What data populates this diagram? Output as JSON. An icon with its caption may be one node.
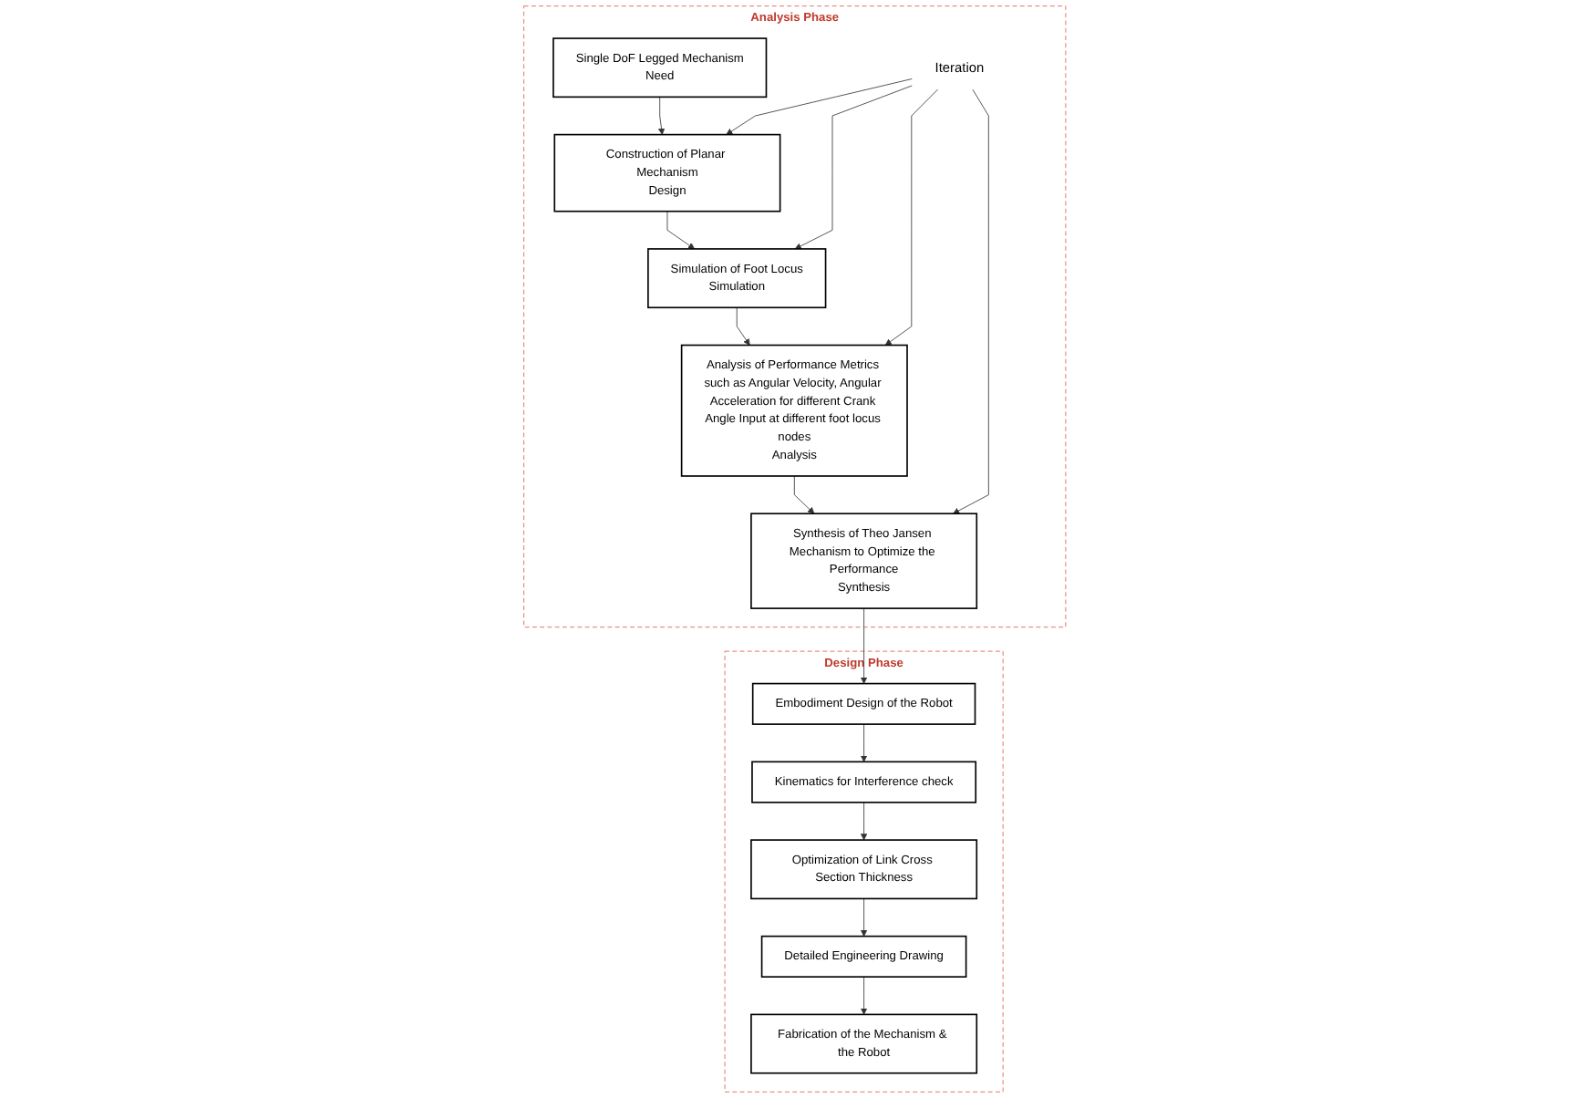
{
  "diagram": {
    "nodes": [
      {
        "text": [
          "Analysis Phase"
        ]
      },
      {
        "text": [
          "Single DoF Legged Mechanism",
          "Need"
        ],
        "in": 0
      },
      {
        "text": [
          "Construction of Planar Mechanism",
          "Design"
        ],
        "in": 0
      },
      {
        "text": [
          "Simulation of Foot Locus",
          "Simulation"
        ],
        "in": 0
      },
      {
        "text": [
          "Analysis of Performance Metrics such as Angular Velocity, Angular Acceleration for different Crank Angle Input at different foot locus nodes",
          "Analysis"
        ],
        "in": 0
      },
      {
        "text": [
          "Synthesis of Theo Jansen Mechanism to Optimize the Performance",
          "Synthesis"
        ],
        "in": 0
      },
      {
        "text": [
          "Iteration"
        ],
        "in": 0
      },
      {
        "text": [
          "Design Phase"
        ]
      },
      {
        "text": [
          "Embodiment Design of the Robot"
        ],
        "in": 7
      },
      {
        "text": [
          "Kinematics for Interference check"
        ],
        "in": 7
      },
      {
        "text": [
          "Optimization of Link Cross Section Thickness"
        ],
        "in": 7
      },
      {
        "text": [
          "Detailed Engineering Drawing"
        ],
        "in": 7
      },
      {
        "text": [
          "Fabrication of the Mechanism & the Robot"
        ],
        "in": 7
      }
    ],
    "edges": [
      {
        "from": 1,
        "to": 2,
        "arrow": "to"
      },
      {
        "from": 2,
        "to": 3,
        "arrow": "to"
      },
      {
        "from": 3,
        "to": 4,
        "arrow": "to"
      },
      {
        "from": 4,
        "to": 5,
        "arrow": "to"
      },
      {
        "from": 6,
        "to": 2,
        "arrow": "to"
      },
      {
        "from": 6,
        "to": 3,
        "arrow": "to"
      },
      {
        "from": 6,
        "to": 4,
        "arrow": "to"
      },
      {
        "from": 6,
        "to": 5,
        "arrow": "to"
      },
      {
        "from": 5,
        "to": 8,
        "arrow": "to"
      },
      {
        "from": 8,
        "to": 9,
        "arrow": "to"
      },
      {
        "from": 9,
        "to": 10,
        "arrow": "to"
      },
      {
        "from": 10,
        "to": 11,
        "arrow": "to"
      },
      {
        "from": 11,
        "to": 12,
        "arrow": "to"
      }
    ]
  }
}
